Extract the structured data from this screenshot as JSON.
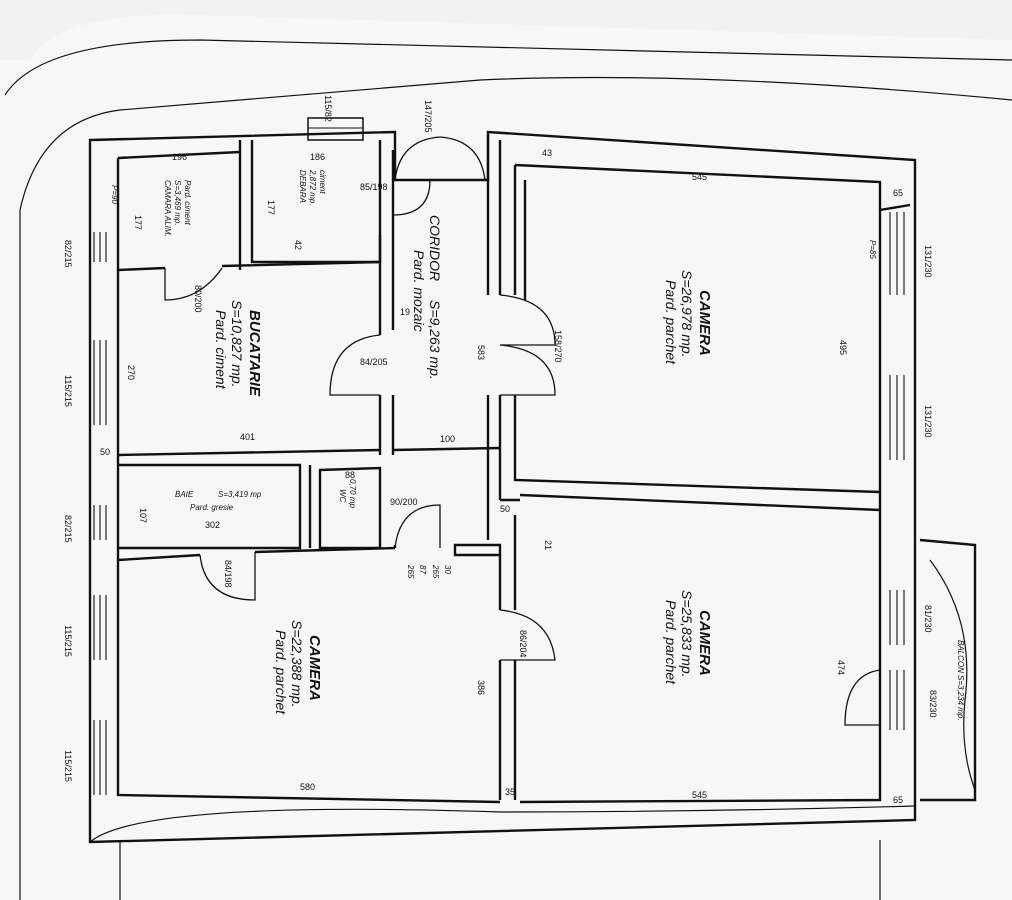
{
  "rooms": {
    "camera_tr": {
      "name": "CAMERA",
      "area": "S=26,978 mp.",
      "floor": "Pard. parchet"
    },
    "camera_br": {
      "name": "CAMERA",
      "area": "S=25,833 mp.",
      "floor": "Pard. parchet"
    },
    "camera_bl": {
      "name": "CAMERA",
      "area": "S=22,388 mp.",
      "floor": "Pard. parchet"
    },
    "bucatarie": {
      "name": "BUCATARIE",
      "area": "S=10,827 mp.",
      "floor": "Pard. ciment"
    },
    "coridor": {
      "name": "CORIDOR",
      "area": "S=9,263 mp.",
      "floor": "Pard. mozaic"
    },
    "baie": {
      "name": "BAIE",
      "area": "S=3,419 mp",
      "floor": "Pard. gresie"
    },
    "camara": {
      "name": "CAMARA ALIM.",
      "area": "S=3,469 mp.",
      "floor": "Pard. ciment"
    },
    "debara": {
      "name": "DEBARA",
      "area": "2,872 mp.",
      "floor": "ciment"
    },
    "wc": {
      "name": "WC",
      "area": "0,70 mp"
    },
    "balcon": {
      "name": "BALCON",
      "area": "S=3,234 mp."
    }
  },
  "dimensions": {
    "top_camera_width": "545",
    "bottom_camera_width": "545",
    "bl_camera_width": "580",
    "bucatarie_width": "401",
    "baie_width": "302",
    "camara_width": "196",
    "debara_width": "186",
    "camara_height": "177",
    "debara_height": "177",
    "bucatarie_height": "270",
    "baie_height": "107",
    "coridor_length": "583",
    "tr_camera_height": "495",
    "br_camera_height": "474",
    "bl_camera_height": "386",
    "wall_43": "43",
    "wall_65_top": "65",
    "wall_65_bot": "65",
    "wall_35": "35",
    "wall_50_left": "50",
    "wall_50_mid": "50",
    "wall_21": "21",
    "wall_100": "100",
    "wall_19": "19",
    "wall_42": "42",
    "wall_88": "88"
  },
  "doors": {
    "d_coridor_entry": "147/205",
    "d_debara": "85/198",
    "d_camara": "80/200",
    "d_bucatarie": "84/205",
    "d_camera_tr": "158/270",
    "d_baie": "84/198",
    "d_wc": "90/200",
    "d_camera_br": "86/204",
    "d_balcon": "83/230"
  },
  "windows": {
    "w_top": "115/82",
    "w_tr1": "131/230",
    "w_tr2": "131/230",
    "w_br": "81/230",
    "w_left1": "82/215",
    "w_left2": "115/215",
    "w_left3": "82/215",
    "w_left4": "115/215",
    "w_left5": "115/215",
    "parapet": "P=90",
    "parapet2": "P=85"
  },
  "misc": {
    "sizes_small": [
      "265",
      "87",
      "30",
      "265"
    ]
  }
}
